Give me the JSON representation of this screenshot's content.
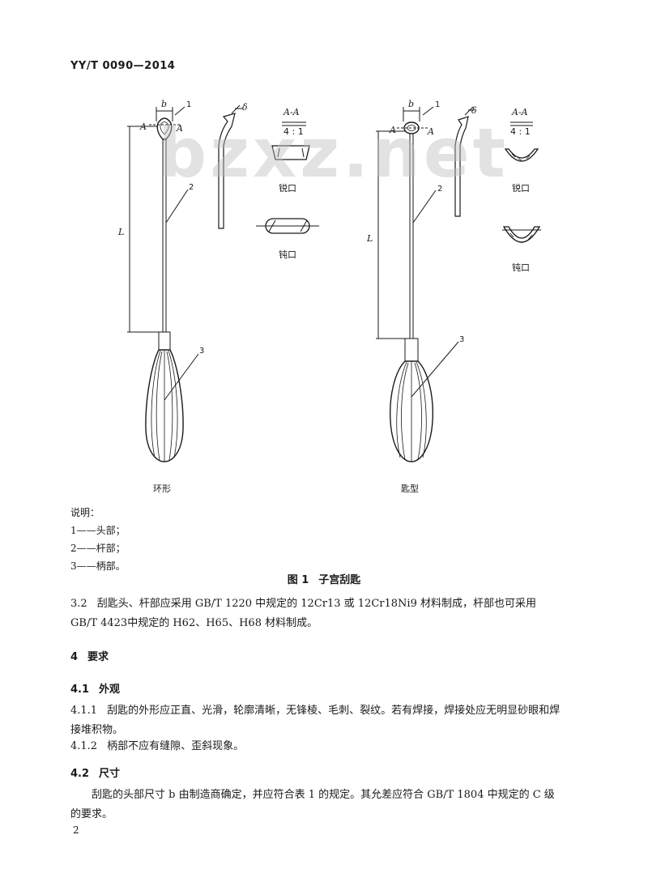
{
  "header": {
    "standard_no": "YY/T 0090—2014"
  },
  "watermark": "bzxz.net",
  "figure": {
    "labels": {
      "dim_b": "b",
      "dim_L": "L",
      "dim_delta": "δ",
      "section_A": "A",
      "section_name": "A-A",
      "scale": "4 : 1",
      "callout_1": "1",
      "callout_2": "2",
      "callout_3": "3",
      "sharp_edge": "锐口",
      "blunt_edge": "钝口",
      "ring_type": "环形",
      "spoon_type": "匙型"
    }
  },
  "legend": {
    "title": "说明：",
    "items": [
      "1——头部；",
      "2——杆部；",
      "3——柄部。"
    ]
  },
  "figure_title": {
    "number": "图 1",
    "text": "子宫刮匙"
  },
  "section_3_2": {
    "number": "3.2",
    "line1": "刮匙头、杆部应采用 GB/T 1220 中规定的 12Cr13 或 12Cr18Ni9 材料制成，杆部也可采用",
    "line2": "GB/T 4423中规定的 H62、H65、H68 材料制成。"
  },
  "section_4": {
    "number": "4",
    "title": "要求"
  },
  "section_4_1": {
    "number": "4.1",
    "title": "外观"
  },
  "section_4_1_1": {
    "number": "4.1.1",
    "line1": "刮匙的外形应正直、光滑，轮廓清晰，无锋棱、毛刺、裂纹。若有焊接，焊接处应无明显砂眼和焊",
    "line2": "接堆积物。"
  },
  "section_4_1_2": {
    "number": "4.1.2",
    "text": "柄部不应有缝隙、歪斜现象。"
  },
  "section_4_2": {
    "number": "4.2",
    "title": "尺寸"
  },
  "section_4_2_body": {
    "line1": "刮匙的头部尺寸 b 由制造商确定，并应符合表 1 的规定。其允差应符合 GB/T 1804 中规定的 C 级",
    "line2": "的要求。"
  },
  "page_number": "2"
}
